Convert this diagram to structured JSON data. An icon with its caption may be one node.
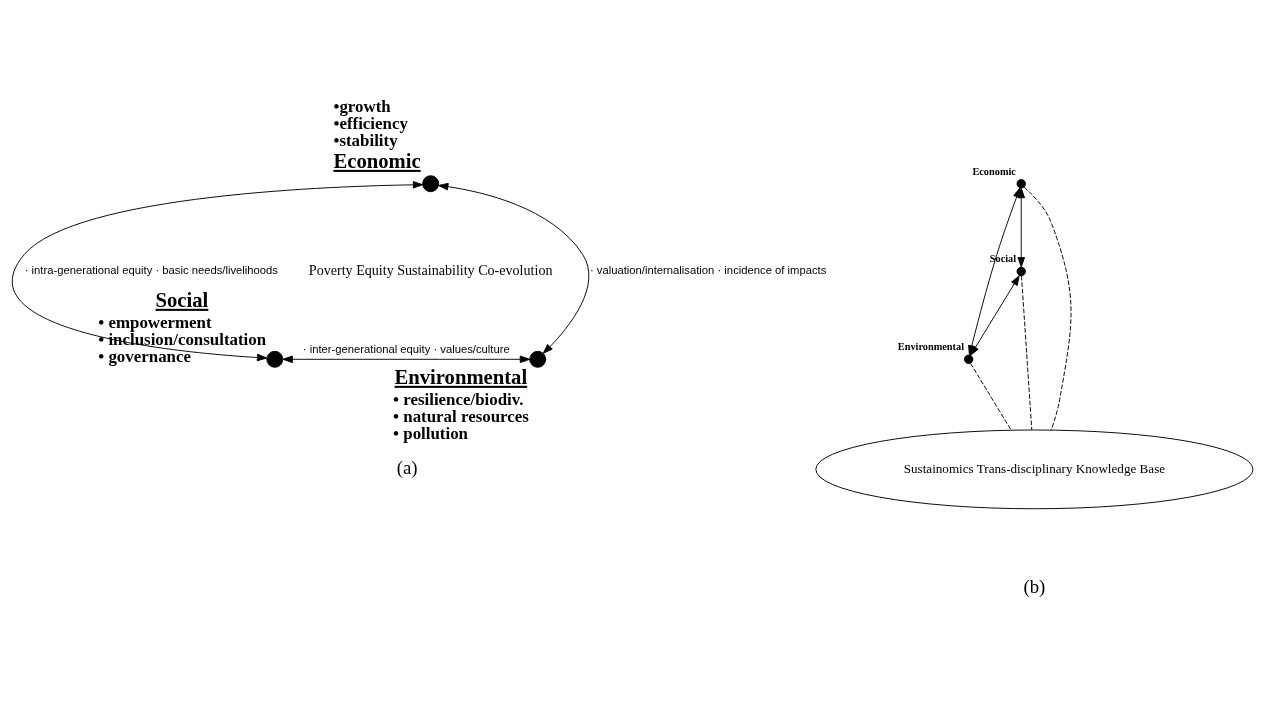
{
  "diagram": {
    "nodes": [
      {
        "text": [
          "Economic"
        ],
        "beside": [
          "•growth",
          "•efficiency",
          "•stability"
        ]
      },
      {
        "text": [
          "Social"
        ],
        "beside": [
          "• empowerment",
          "• inclusion/consultation",
          "• governance"
        ]
      },
      {
        "text": [
          "Environmental"
        ],
        "beside": [
          "• resilience/biodiv.",
          "• natural resources",
          "• pollution"
        ]
      },
      {
        "text": [
          "Economic"
        ]
      },
      {
        "text": [
          "Social"
        ]
      },
      {
        "text": [
          "Environmental"
        ]
      },
      {
        "text": [
          "Sustainomics Trans-disciplinary Knowledge Base"
        ]
      }
    ],
    "edges": [
      {
        "from": 0,
        "to": 1,
        "arrow": "both",
        "label": "· intra-generational equity · basic needs/livelihoods"
      },
      {
        "from": 0,
        "to": 2,
        "arrow": "both",
        "label": "· valuation/internalisation · incidence of impacts"
      },
      {
        "from": 1,
        "to": 2,
        "arrow": "both",
        "label": "· inter-generational equity · values/culture"
      },
      {
        "from": 3,
        "to": 4,
        "arrow": "both"
      },
      {
        "from": 3,
        "to": 5,
        "arrow": "both"
      },
      {
        "from": 4,
        "to": 5,
        "arrow": "both"
      },
      {
        "from": 3,
        "to": 6,
        "arrow": "none",
        "style": "dashed"
      },
      {
        "from": 4,
        "to": 6,
        "arrow": "none",
        "style": "dashed"
      },
      {
        "from": 5,
        "to": 6,
        "arrow": "none",
        "style": "dashed"
      }
    ],
    "labels": [
      "Poverty Equity Sustainability Co-evolution",
      "(a)",
      "(b)"
    ]
  }
}
